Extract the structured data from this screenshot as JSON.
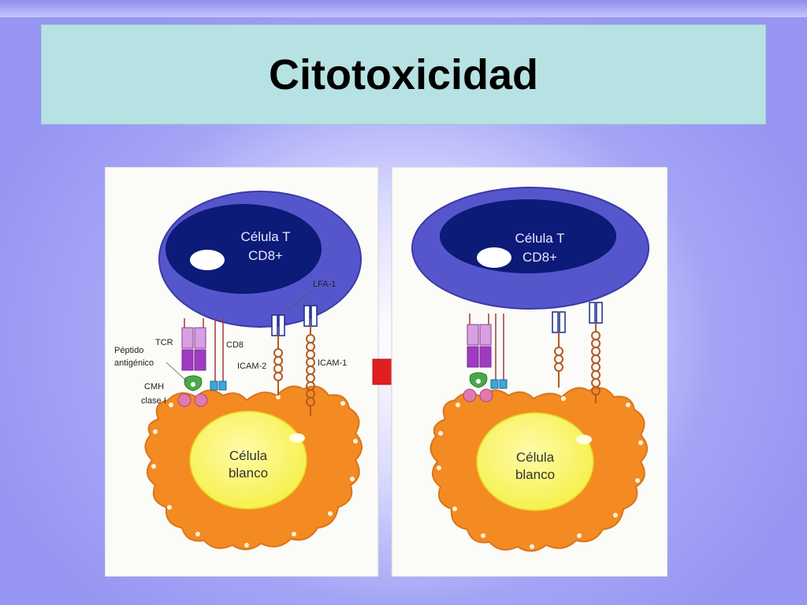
{
  "slide": {
    "title": "Citotoxicidad"
  },
  "diagram": {
    "left_panel": {
      "t_cell_label_line1": "Célula T",
      "t_cell_label_line2": "CD8+",
      "target_cell_line1": "Célula",
      "target_cell_line2": "blanco",
      "labels": {
        "tcr": "TCR",
        "peptide_line1": "Péptido",
        "peptide_line2": "antigénico",
        "cmh_line1": "CMH",
        "cmh_line2": "clase I",
        "cd8": "CD8",
        "lfa1": "LFA-1",
        "icam2": "ICAM-2",
        "icam1": "ICAM-1"
      }
    },
    "right_panel": {
      "t_cell_label_line1": "Célula T",
      "t_cell_label_line2": "CD8+",
      "target_cell_line1": "Célula",
      "target_cell_line2": "blanco"
    },
    "colors": {
      "t_cell_outer": "#5656cc",
      "t_cell_inner": "#0c1a78",
      "target_cell": "#f48a22",
      "target_nucleus": "#fafa6e",
      "arrow": "#e02020",
      "tcr": "#c87ed0",
      "cmh": "#e07ab0",
      "cd8": "#38a8d8"
    }
  }
}
